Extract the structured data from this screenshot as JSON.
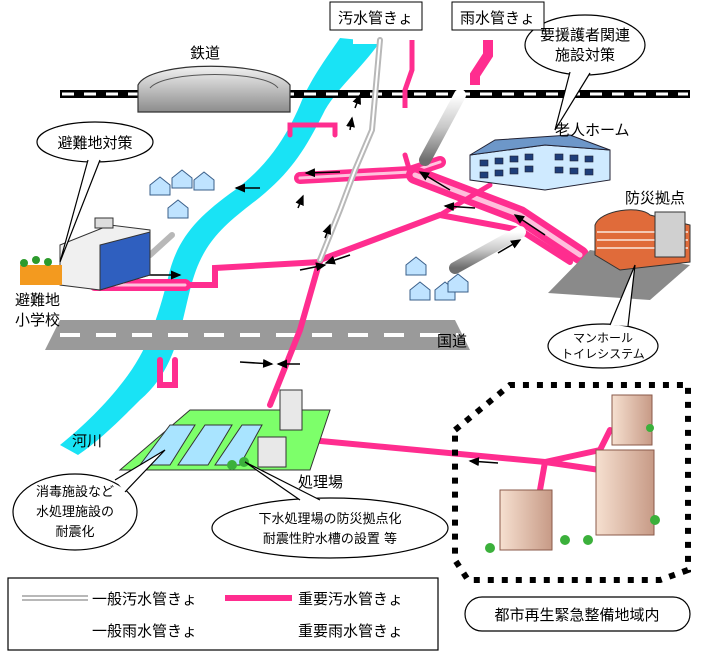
{
  "labels": {
    "railway": "鉄道",
    "sewage_header": "汚水管きょ",
    "storm_header": "雨水管きょ",
    "elderly_callout": [
      "要援護者関連",
      "施設対策"
    ],
    "elderly_home": "老人ホーム",
    "disaster_base": "防災拠点",
    "evacuation_callout": "避難地対策",
    "evacuation_site": [
      "避難地",
      "小学校"
    ],
    "national_road": "国道",
    "manhole_callout": [
      "マンホール",
      "トイレシステム"
    ],
    "river": "河川",
    "treatment_plant": "処理場",
    "disinfection_callout": [
      "消毒施設など",
      "水処理施設の",
      "耐震化"
    ],
    "plant_callout": [
      "下水処理場の防災拠点化",
      "耐震性貯水槽の設置 等"
    ],
    "urban_zone": "都市再生緊急整備地域内"
  },
  "legend": {
    "general_sewage": "一般汚水管きょ",
    "general_storm": "一般雨水管きょ",
    "important_sewage": "重要汚水管きょ",
    "important_storm": "重要雨水管きょ"
  },
  "colors": {
    "important_pipe": "#ff2d8f",
    "general_pipe": "#b8b8b8",
    "river": "#19e3f5",
    "plant_ground": "#7dff6a"
  }
}
